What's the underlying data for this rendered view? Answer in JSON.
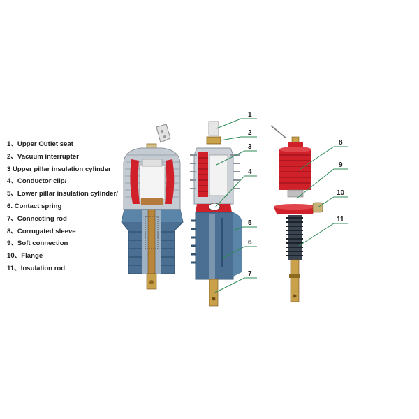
{
  "legend": {
    "items": [
      "1、Upper Outlet seat",
      "2、Vacuum interrupter",
      "3 Upper pillar insulation cylinder",
      "4、Conductor clip/",
      "5、Lower pillar insulation cylinder/",
      "6. Contact spring",
      "7、Connecting rod",
      "8、Corrugated sleeve",
      "9、Soft connection",
      "10、Flange",
      "11、Insulation rod"
    ]
  },
  "callouts": [
    "1",
    "2",
    "3",
    "4",
    "5",
    "6",
    "7",
    "8",
    "9",
    "10",
    "11"
  ],
  "colors": {
    "insulator_blue": "#4a6f93",
    "insulator_blue_dark": "#33536f",
    "cutaway_grey": "#c7ccd2",
    "coil_red": "#d0202a",
    "brass": "#c9a14a",
    "leader_green": "#2e8b57"
  }
}
